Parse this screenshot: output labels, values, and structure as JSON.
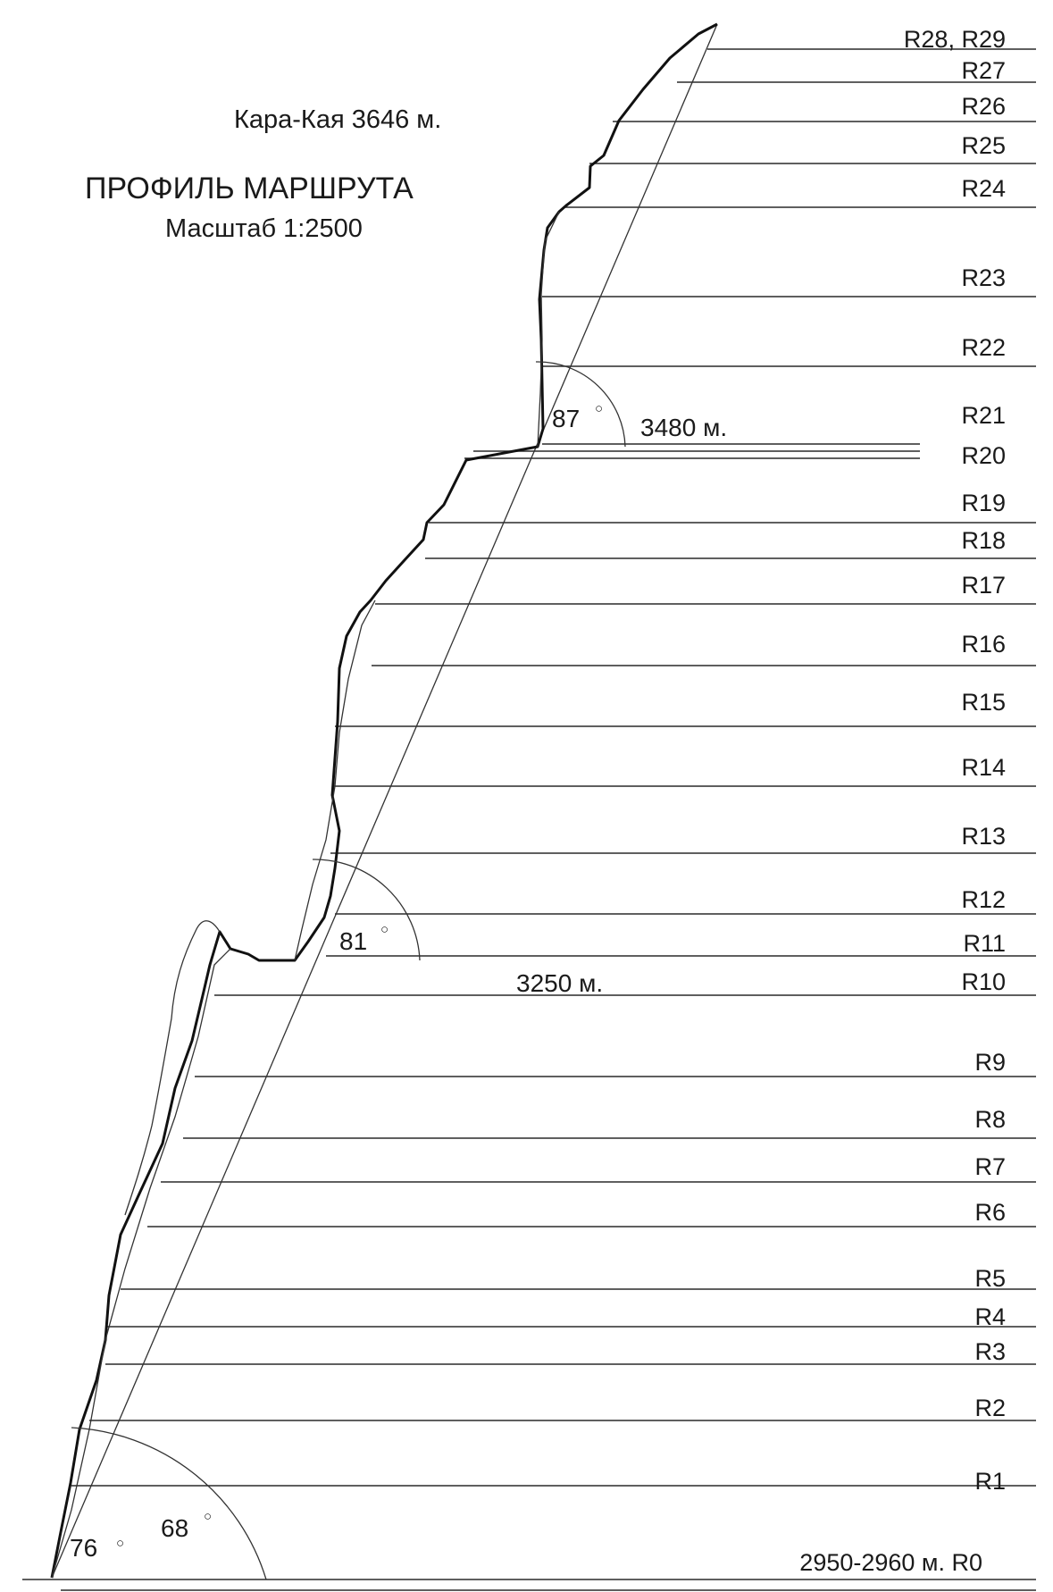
{
  "header": {
    "summit": "Кара-Кая 3646 м.",
    "title": "ПРОФИЛЬ МАРШРУТА",
    "scale": "Масштаб 1:2500"
  },
  "pitches": [
    "R28, R29",
    "R27",
    "R26",
    "R25",
    "R24",
    "R23",
    "R22",
    "R21",
    "R20",
    "R19",
    "R18",
    "R17",
    "R16",
    "R15",
    "R14",
    "R13",
    "R12",
    "R11",
    "R10",
    "R9",
    "R8",
    "R7",
    "R6",
    "R5",
    "R4",
    "R3",
    "R2",
    "R1"
  ],
  "base_label": "2950-2960 м. R0",
  "altitudes": {
    "upper_ledge": "3480 м.",
    "lower_ledge": "3250 м."
  },
  "angles": {
    "upper": "87",
    "middle": "81",
    "lower_left": "76",
    "lower_right": "68",
    "degree_symbol": "○"
  }
}
